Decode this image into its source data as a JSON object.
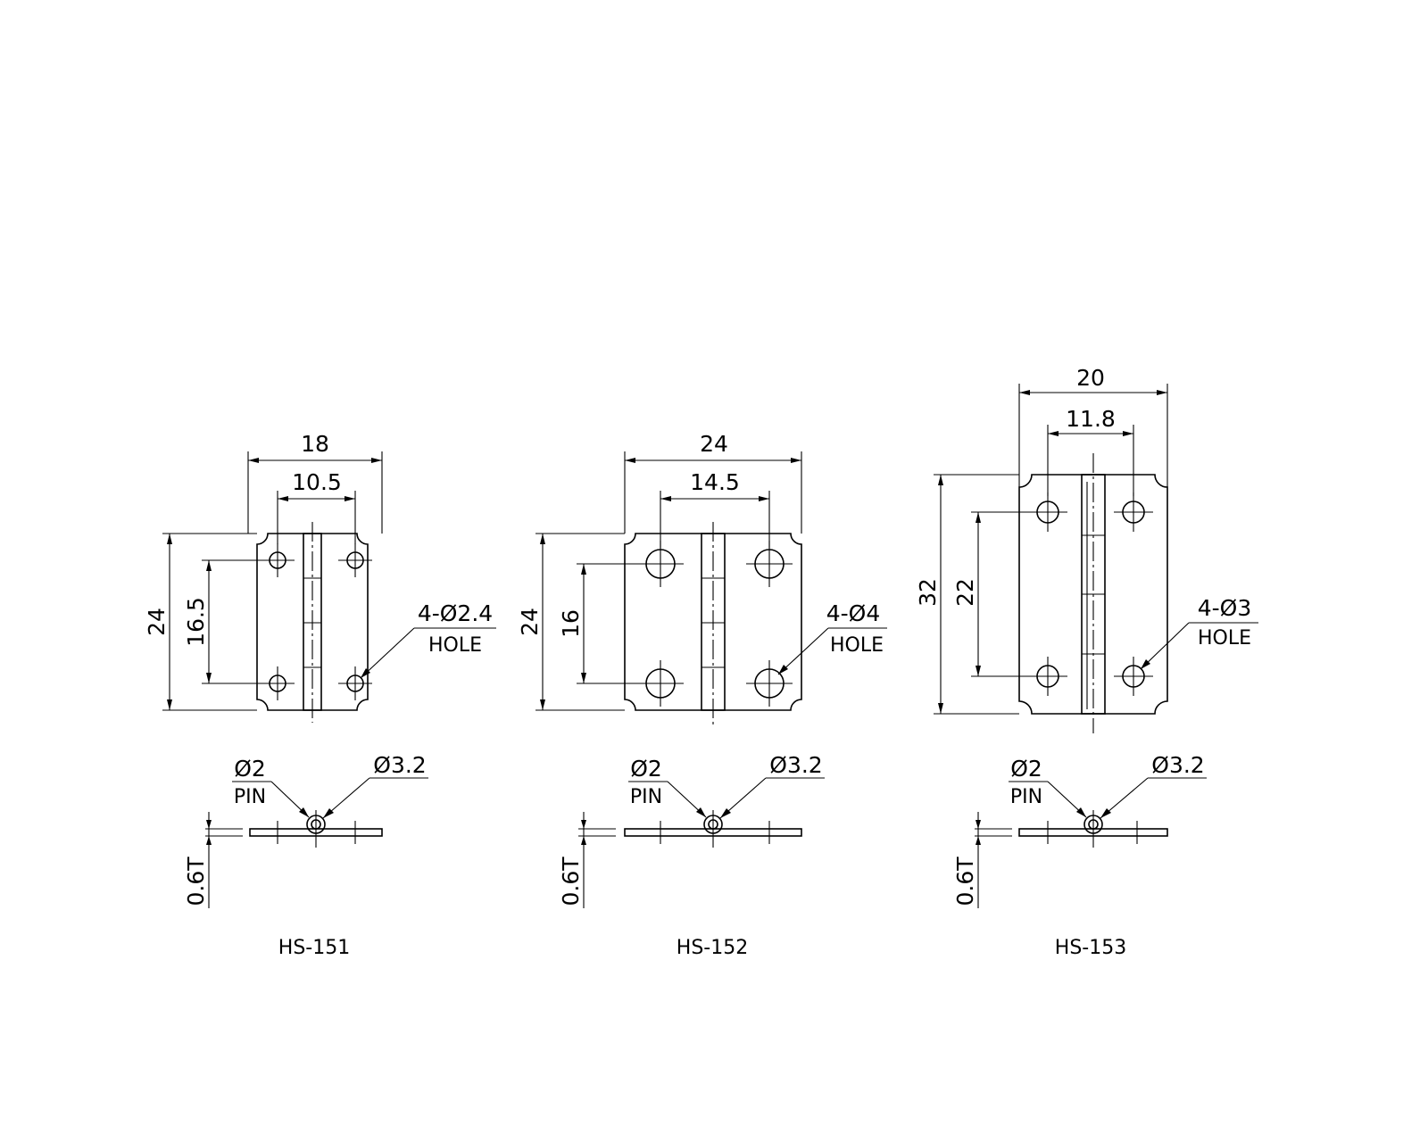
{
  "hinges": [
    {
      "model": "HS-151",
      "width": "18",
      "hole_spacing_x": "10.5",
      "height": "24",
      "hole_spacing_y": "16.5",
      "hole_qty_dia": "4-Ø2.4",
      "hole_word": "HOLE",
      "pin_dia": "Ø2",
      "pin_word": "PIN",
      "knuckle_dia": "Ø3.2",
      "thickness": "0.6T"
    },
    {
      "model": "HS-152",
      "width": "24",
      "hole_spacing_x": "14.5",
      "height": "24",
      "hole_spacing_y": "16",
      "hole_qty_dia": "4-Ø4",
      "hole_word": "HOLE",
      "pin_dia": "Ø2",
      "pin_word": "PIN",
      "knuckle_dia": "Ø3.2",
      "thickness": "0.6T"
    },
    {
      "model": "HS-153",
      "width": "20",
      "hole_spacing_x": "11.8",
      "height": "32",
      "hole_spacing_y": "22",
      "hole_qty_dia": "4-Ø3",
      "hole_word": "HOLE",
      "pin_dia": "Ø2",
      "pin_word": "PIN",
      "knuckle_dia": "Ø3.2",
      "thickness": "0.6T"
    }
  ]
}
